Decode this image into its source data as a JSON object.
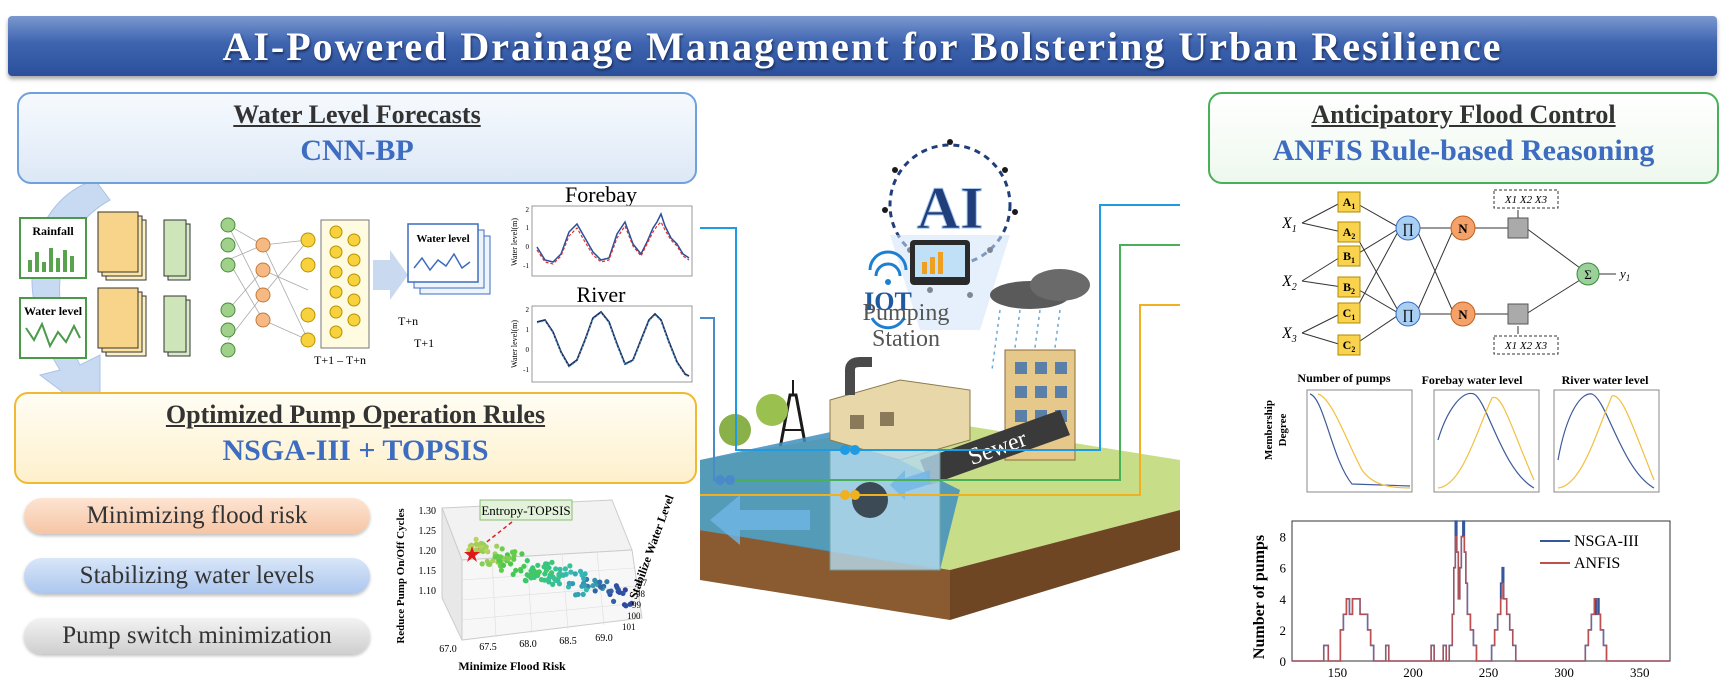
{
  "title": "AI-Powered Drainage Management for Bolstering Urban Resilience",
  "forecast": {
    "heading": "Water Level Forecasts",
    "method": "CNN-BP"
  },
  "optimization": {
    "heading": "Optimized Pump Operation Rules",
    "method": "NSGA-III + TOPSIS"
  },
  "control": {
    "heading": "Anticipatory Flood Control",
    "method": "ANFIS Rule-based Reasoning"
  },
  "objectives": [
    "Minimizing flood risk",
    "Stabilizing water levels",
    "Pump switch minimization"
  ],
  "cnn": {
    "input1": "Rainfall",
    "input2": "Water level",
    "output": "Water level",
    "horizon1": "T+1 – T+n",
    "horizon2": "T+n",
    "horizon3": "T+1"
  },
  "mini_plots": {
    "forebay": {
      "title": "Forebay",
      "ylabel": "Water level(m)",
      "yticks": [
        "2",
        "1",
        "0",
        "-1"
      ]
    },
    "river": {
      "title": "River",
      "ylabel": "Water level(m)",
      "yticks": [
        "2",
        "1",
        "0",
        "-1"
      ]
    }
  },
  "pareto": {
    "label": "Entropy-TOPSIS",
    "zlabel": "Reduce Pump On/Off Cycles",
    "xlabel": "Minimize Flood Risk",
    "ylabel": "Stabilize Water Level",
    "zticks": [
      "1.30",
      "1.25",
      "1.20",
      "1.15",
      "1.10"
    ],
    "xticks": [
      "67.0",
      "67.5",
      "68.0",
      "68.5",
      "69.0"
    ],
    "yticks": [
      "97",
      "98",
      "99",
      "100",
      "101"
    ]
  },
  "center": {
    "ai": "AI",
    "iot": "IOT",
    "station1": "Pumping",
    "station2": "Station",
    "sewer": "Sewer"
  },
  "anfis": {
    "inputs": [
      "X",
      "X",
      "X"
    ],
    "input_subs": [
      "1",
      "2",
      "3"
    ],
    "mf": [
      "A",
      "A",
      "B",
      "B",
      "C",
      "C"
    ],
    "mf_subs": [
      "1",
      "2",
      "1",
      "2",
      "1",
      "2"
    ],
    "prod": "∏",
    "norm": "N",
    "sum": "Σ",
    "output": "y",
    "output_sub": "1",
    "top_box": "X1 X2 X3",
    "bottom_box": "X1 X2 X3"
  },
  "membership": {
    "ylabel1": "Membership",
    "ylabel2": "Degree",
    "titles": [
      "Number of pumps",
      "Forebay water level",
      "River water level"
    ]
  },
  "chart_data": {
    "type": "line",
    "ylabel": "Number of pumps",
    "xlim": [
      120,
      370
    ],
    "ylim": [
      0,
      9
    ],
    "xticks": [
      150,
      200,
      250,
      300,
      350
    ],
    "yticks": [
      0,
      2,
      4,
      6,
      8
    ],
    "series": [
      {
        "name": "NSGA-III",
        "color": "#35579d",
        "points": [
          [
            120,
            0
          ],
          [
            140,
            0
          ],
          [
            141,
            1
          ],
          [
            143,
            1
          ],
          [
            144,
            0
          ],
          [
            150,
            0
          ],
          [
            152,
            2
          ],
          [
            154,
            3
          ],
          [
            156,
            4
          ],
          [
            158,
            3
          ],
          [
            160,
            4
          ],
          [
            163,
            4
          ],
          [
            165,
            3
          ],
          [
            168,
            3
          ],
          [
            170,
            2
          ],
          [
            172,
            1
          ],
          [
            174,
            0
          ],
          [
            180,
            0
          ],
          [
            182,
            1
          ],
          [
            184,
            0
          ],
          [
            210,
            0
          ],
          [
            212,
            1
          ],
          [
            214,
            0
          ],
          [
            218,
            0
          ],
          [
            220,
            1
          ],
          [
            222,
            0
          ],
          [
            224,
            1
          ],
          [
            226,
            3
          ],
          [
            227,
            6
          ],
          [
            228,
            9
          ],
          [
            229,
            7
          ],
          [
            230,
            4
          ],
          [
            231,
            6
          ],
          [
            232,
            8
          ],
          [
            233,
            9
          ],
          [
            234,
            7
          ],
          [
            235,
            5
          ],
          [
            236,
            3
          ],
          [
            238,
            2
          ],
          [
            240,
            1
          ],
          [
            242,
            0
          ],
          [
            250,
            0
          ],
          [
            252,
            1
          ],
          [
            254,
            2
          ],
          [
            256,
            3
          ],
          [
            258,
            5
          ],
          [
            259,
            6
          ],
          [
            260,
            4
          ],
          [
            262,
            3
          ],
          [
            264,
            2
          ],
          [
            266,
            1
          ],
          [
            268,
            0
          ],
          [
            312,
            0
          ],
          [
            314,
            1
          ],
          [
            316,
            2
          ],
          [
            318,
            3
          ],
          [
            320,
            4
          ],
          [
            321,
            3
          ],
          [
            322,
            4
          ],
          [
            323,
            3
          ],
          [
            324,
            2
          ],
          [
            326,
            1
          ],
          [
            328,
            0
          ],
          [
            370,
            0
          ]
        ]
      },
      {
        "name": "ANFIS",
        "color": "#c0504d",
        "points": [
          [
            120,
            0
          ],
          [
            140,
            0
          ],
          [
            141,
            1
          ],
          [
            143,
            1
          ],
          [
            144,
            0
          ],
          [
            150,
            0
          ],
          [
            152,
            2
          ],
          [
            154,
            3
          ],
          [
            156,
            4
          ],
          [
            158,
            3
          ],
          [
            160,
            4
          ],
          [
            163,
            4
          ],
          [
            165,
            3
          ],
          [
            168,
            3
          ],
          [
            170,
            2
          ],
          [
            172,
            1
          ],
          [
            174,
            0
          ],
          [
            180,
            0
          ],
          [
            182,
            1
          ],
          [
            184,
            0
          ],
          [
            210,
            0
          ],
          [
            212,
            1
          ],
          [
            214,
            0
          ],
          [
            218,
            0
          ],
          [
            220,
            1
          ],
          [
            222,
            0
          ],
          [
            224,
            1
          ],
          [
            226,
            3
          ],
          [
            227,
            6
          ],
          [
            228,
            8
          ],
          [
            229,
            7
          ],
          [
            230,
            4
          ],
          [
            231,
            6
          ],
          [
            232,
            8
          ],
          [
            233,
            8
          ],
          [
            234,
            7
          ],
          [
            235,
            5
          ],
          [
            236,
            3
          ],
          [
            238,
            2
          ],
          [
            240,
            1
          ],
          [
            242,
            0
          ],
          [
            250,
            0
          ],
          [
            252,
            1
          ],
          [
            254,
            2
          ],
          [
            256,
            3
          ],
          [
            258,
            4
          ],
          [
            259,
            5
          ],
          [
            260,
            4
          ],
          [
            262,
            3
          ],
          [
            264,
            2
          ],
          [
            266,
            1
          ],
          [
            268,
            0
          ],
          [
            312,
            0
          ],
          [
            314,
            1
          ],
          [
            316,
            2
          ],
          [
            318,
            3
          ],
          [
            320,
            4
          ],
          [
            321,
            4
          ],
          [
            322,
            3
          ],
          [
            323,
            3
          ],
          [
            324,
            2
          ],
          [
            326,
            1
          ],
          [
            328,
            0
          ],
          [
            370,
            0
          ]
        ]
      }
    ]
  }
}
